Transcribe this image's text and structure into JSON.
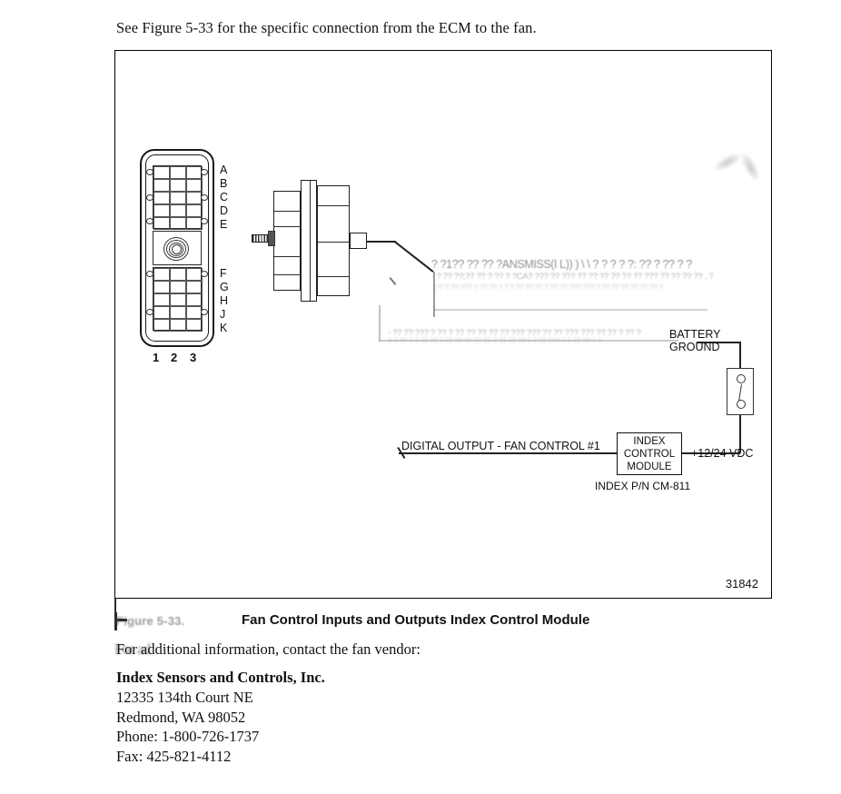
{
  "intro": {
    "text": "See Figure 5-33 for the specific connection from the ECM to the fan."
  },
  "figure": {
    "number": "31842",
    "connector": {
      "pin_letters": [
        "A",
        "B",
        "C",
        "D",
        "E",
        "F",
        "G",
        "H",
        "J",
        "K"
      ],
      "pin_numbers": [
        "1",
        "2",
        "3"
      ]
    },
    "labels": {
      "transmission_smudged_line1": "? ?1?? ?? ?? ?ANSMISS(I L)) ) \\ \\ ? ?      ? ? ?: ?? ? ?? ? ?",
      "transmission_smudged_line2": "- ? ?? ??;?? ?? ? ?? ? ?CA? ??? ?? ??? ?? ?? ?? ?? ?? ?? ??? ?? ?? ?? ?? , ?? ?",
      "transmission_smudged_line3": "- ?? ? ?? ??? ? ?? ??  ? ? ?  ?? ?? ?? ? ?? ?? ??? ??? ? ?? ?? ?? ?? ?? ?? ?",
      "ground_smudged_line1": "- ?? ?? ??? ? ?? ? ??  ?? ?? ?? ?? ??? ??? ?? ?? ??? ??? ?? ?? ? ?? ?",
      "ground_smudged_line2": "? ? ?? ?  ? ?? ?? ? ?? ?? ?? ?? ?? ? ?? ?? ?? ? ? ?? ??? ? ? ?? ?? ? ?",
      "battery": "BATTERY",
      "ground": "GROUND",
      "digital_output": "DIGITAL OUTPUT - FAN CONTROL #1",
      "vdc": "+12/24 VDC",
      "module_line1": "INDEX",
      "module_line2": "CONTROL",
      "module_line3": "MODULE",
      "module_partno": "INDEX P/N CM-811"
    }
  },
  "caption": {
    "figure_tag": "Figure 5-33.",
    "title": "Fan Control Inputs and Outputs Index Control Module"
  },
  "vendor": {
    "lead_in": "For additional information, contact the fan vendor:",
    "lead_in_smudge": "For ad",
    "name": "Index Sensors and Controls, Inc.",
    "address_line1": "12335 134th Court NE",
    "address_line2": "Redmond, WA 98052",
    "phone": "Phone:  1-800-726-1737",
    "fax": "Fax:  425-821-4112"
  },
  "colors": {
    "ink": "#111111",
    "line": "#222222",
    "faded": "#9a9a9a"
  }
}
